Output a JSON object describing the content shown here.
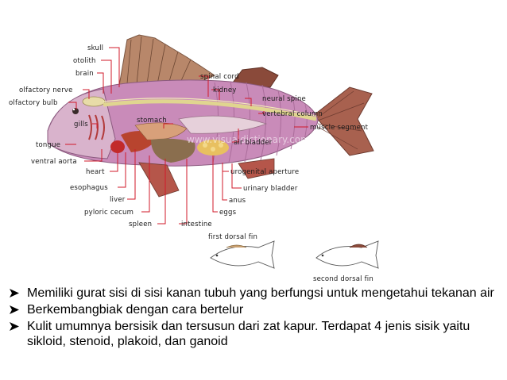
{
  "figure": {
    "watermark": "www.visualdictionary.com",
    "labels": {
      "skull": "skull",
      "otolith": "otolith",
      "brain": "brain",
      "olfactory_nerve": "olfactory nerve",
      "olfactory_bulb": "olfactory bulb",
      "gills": "gills",
      "tongue": "tongue",
      "ventral_aorta": "ventral aorta",
      "heart": "heart",
      "esophagus": "esophagus",
      "liver": "liver",
      "pyloric_cecum": "pyloric cecum",
      "spleen": "spleen",
      "stomach": "stomach",
      "intestine": "intestine",
      "spinal_cord": "spinal cord",
      "kidney": "kidney",
      "neural_spine": "neural spine",
      "vertebral_column": "vertebral column",
      "muscle_segment": "muscle segment",
      "air_bladder": "air bladder",
      "urogenital_aperture": "urogenital aperture",
      "urinary_bladder": "urinary bladder",
      "anus": "anus",
      "eggs": "eggs"
    },
    "inset_labels": {
      "first_dorsal_fin": "first dorsal fin",
      "second_dorsal_fin": "second dorsal fin"
    }
  },
  "bullets": [
    "Memiliki gurat sisi di sisi kanan tubuh yang berfungsi untuk mengetahui tekanan air",
    "Berkembangbiak dengan cara bertelur",
    "Kulit umumnya bersisik dan tersusun dari zat kapur. Terdapat 4 jenis sisik yaitu sikloid, stenoid, plakoid, dan ganoid"
  ],
  "colors": {
    "leader_line": "#d11a2a",
    "body_pink": "#c98bb9",
    "fin_red": "#b5564a",
    "bullet_arrow": "#000000"
  }
}
